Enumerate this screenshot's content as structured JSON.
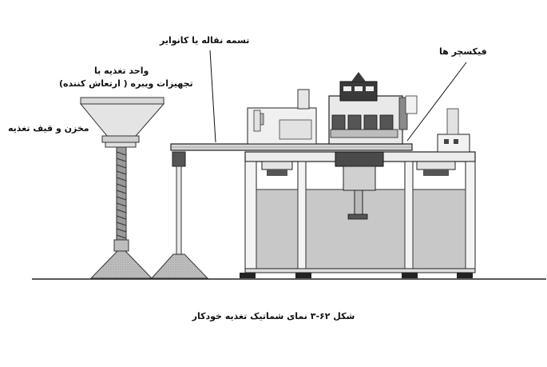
{
  "labels": {
    "conveyor": "تسمه نقاله یا کانوایر",
    "fixtures": "فیکسچر ها",
    "feeder_line1": "واحد تغذیه با",
    "feeder_line2": "تجهیزات ویبره ( ارتعاش کننده)",
    "hopper": "مخزن و قیف تغذیه"
  },
  "caption": "شکل ۶۲-۳ نمای شماتیک تغذیه خودکار"
}
